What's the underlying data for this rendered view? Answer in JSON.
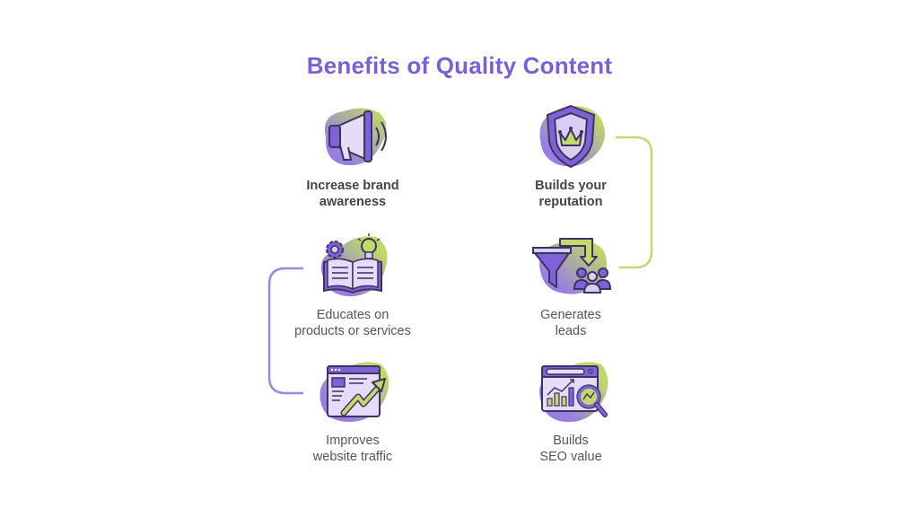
{
  "title": "Benefits of Quality Content",
  "colors": {
    "title": "#7b5fd6",
    "purple": "#7e63d8",
    "green": "#b8d45a",
    "outline": "#3f3260",
    "icon_fill": "#d8cdf5",
    "text": "#555555"
  },
  "nodes": [
    {
      "id": "brand-awareness",
      "icon": "megaphone-icon",
      "lines": [
        "Increase brand",
        "awareness"
      ],
      "bold": true
    },
    {
      "id": "reputation",
      "icon": "shield-crown-icon",
      "lines": [
        "Builds your",
        "reputation"
      ],
      "bold": true
    },
    {
      "id": "educates",
      "icon": "book-lightbulb-icon",
      "lines": [
        "Educates on",
        "products or services"
      ],
      "bold": false
    },
    {
      "id": "leads",
      "icon": "funnel-people-icon",
      "lines": [
        "Generates",
        "leads"
      ],
      "bold": false
    },
    {
      "id": "traffic",
      "icon": "website-growth-icon",
      "lines": [
        "Improves",
        "website traffic"
      ],
      "bold": false
    },
    {
      "id": "seo",
      "icon": "seo-analytics-icon",
      "lines": [
        "Builds",
        "SEO value"
      ],
      "bold": false
    }
  ],
  "flow_order": [
    "brand-awareness",
    "reputation",
    "leads",
    "educates",
    "traffic",
    "seo"
  ]
}
